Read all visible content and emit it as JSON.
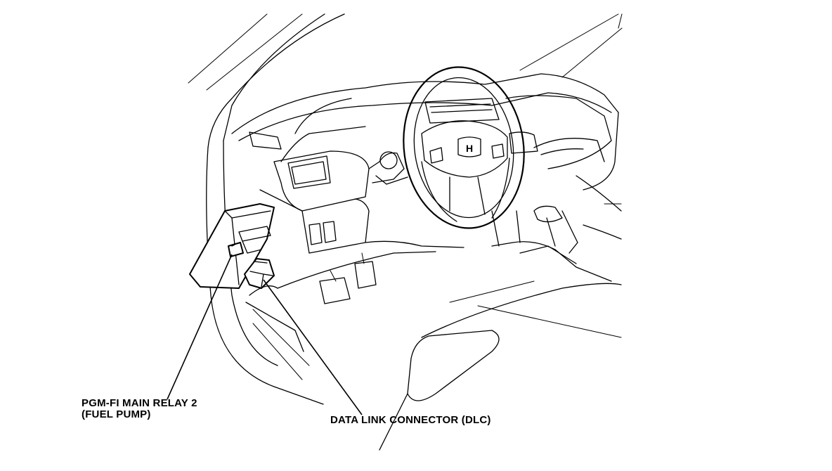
{
  "callouts": {
    "relay_line1": "PGM-FI MAIN RELAY 2",
    "relay_line2": "(FUEL PUMP)",
    "dlc": "DATA LINK CONNECTOR (DLC)"
  },
  "logo": {
    "text": "H"
  }
}
